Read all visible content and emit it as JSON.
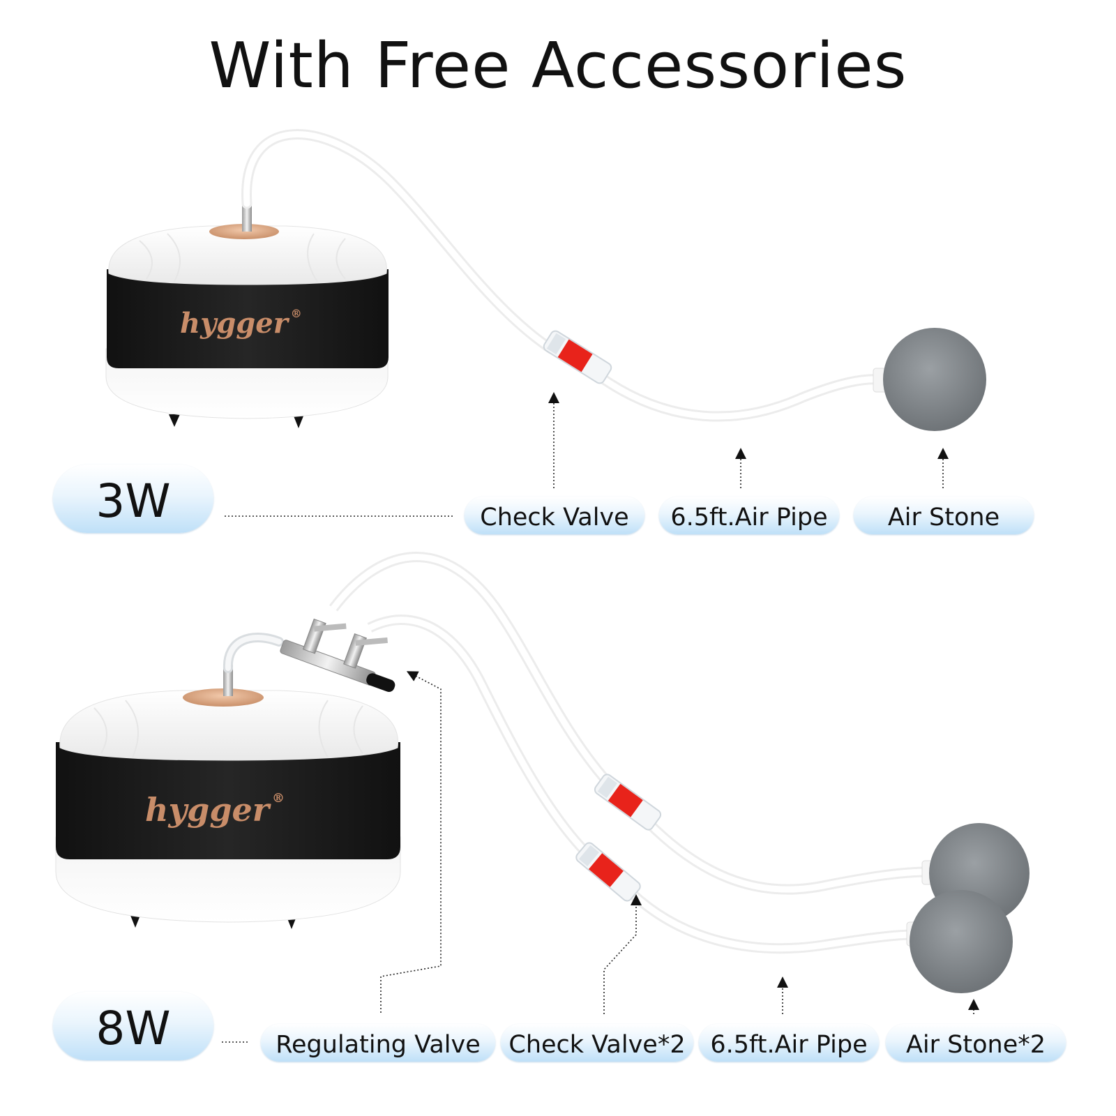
{
  "title": "With Free Accessories",
  "brand_logo_text": "hygger",
  "brand_mark": "®",
  "row1": {
    "power": "3W",
    "items": [
      "Check Valve",
      "6.5ft.Air Pipe",
      "Air Stone"
    ]
  },
  "row2": {
    "power": "8W",
    "items": [
      "Regulating Valve",
      "Check Valve*2",
      "6.5ft.Air Pipe",
      "Air Stone*2"
    ]
  },
  "colors": {
    "pill_gradient_top": "#ffffff",
    "pill_gradient_bottom": "#bfe0f8",
    "pump_band": "#1c1c1c",
    "logo_gold": "#c98d69",
    "valve_red": "#e8231b",
    "air_stone": "#8a8f93"
  }
}
